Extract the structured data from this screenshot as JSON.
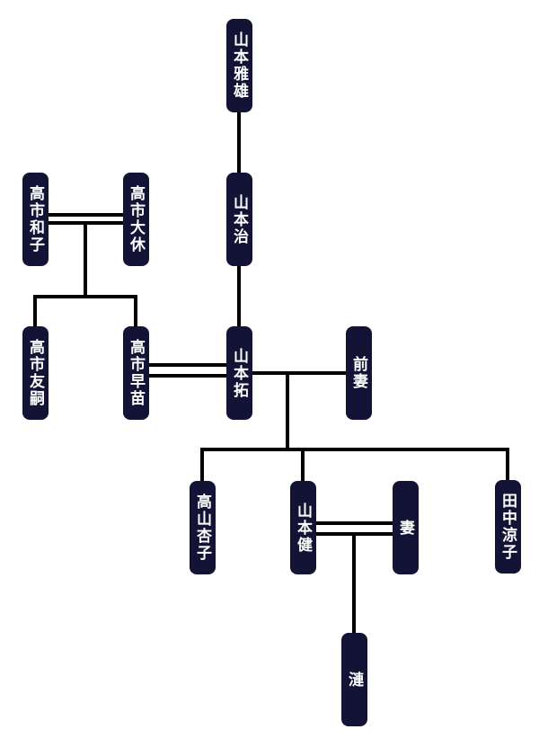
{
  "theme": {
    "background": "#ffffff",
    "node_bg": "#131336",
    "node_text": "#ffffff",
    "line": "#000000"
  },
  "tree": {
    "type": "family-tree",
    "nodes": [
      {
        "id": "yamamoto-masao",
        "label": "山本雅雄"
      },
      {
        "id": "yamamoto-osamu",
        "label": "山本治"
      },
      {
        "id": "takaichi-kazuko",
        "label": "高市和子"
      },
      {
        "id": "takaichi-daikyu",
        "label": "高市大休"
      },
      {
        "id": "takaichi-tomotsugu",
        "label": "高市友嗣"
      },
      {
        "id": "takaichi-sanae",
        "label": "高市早苗"
      },
      {
        "id": "yamamoto-taku",
        "label": "山本拓"
      },
      {
        "id": "former-wife",
        "label": "前妻"
      },
      {
        "id": "takayama-kyoko",
        "label": "高山杏子"
      },
      {
        "id": "yamamoto-ken",
        "label": "山本健"
      },
      {
        "id": "wife",
        "label": "妻"
      },
      {
        "id": "tanaka-ryoko",
        "label": "田中涼子"
      },
      {
        "id": "ren",
        "label": "漣"
      }
    ],
    "relations": [
      {
        "type": "parent-child",
        "from": "山本雅雄",
        "to": "山本治"
      },
      {
        "type": "parent-child",
        "from": "山本治",
        "to": "山本拓"
      },
      {
        "type": "marriage",
        "between": [
          "高市和子",
          "高市大休"
        ],
        "children": [
          "高市友嗣",
          "高市早苗"
        ]
      },
      {
        "type": "marriage",
        "between": [
          "高市早苗",
          "山本拓"
        ],
        "children": []
      },
      {
        "type": "union",
        "between": [
          "山本拓",
          "前妻"
        ],
        "children": [
          "高山杏子",
          "山本健",
          "田中涼子"
        ]
      },
      {
        "type": "marriage",
        "between": [
          "山本健",
          "妻"
        ],
        "children": [
          "漣"
        ]
      }
    ]
  }
}
